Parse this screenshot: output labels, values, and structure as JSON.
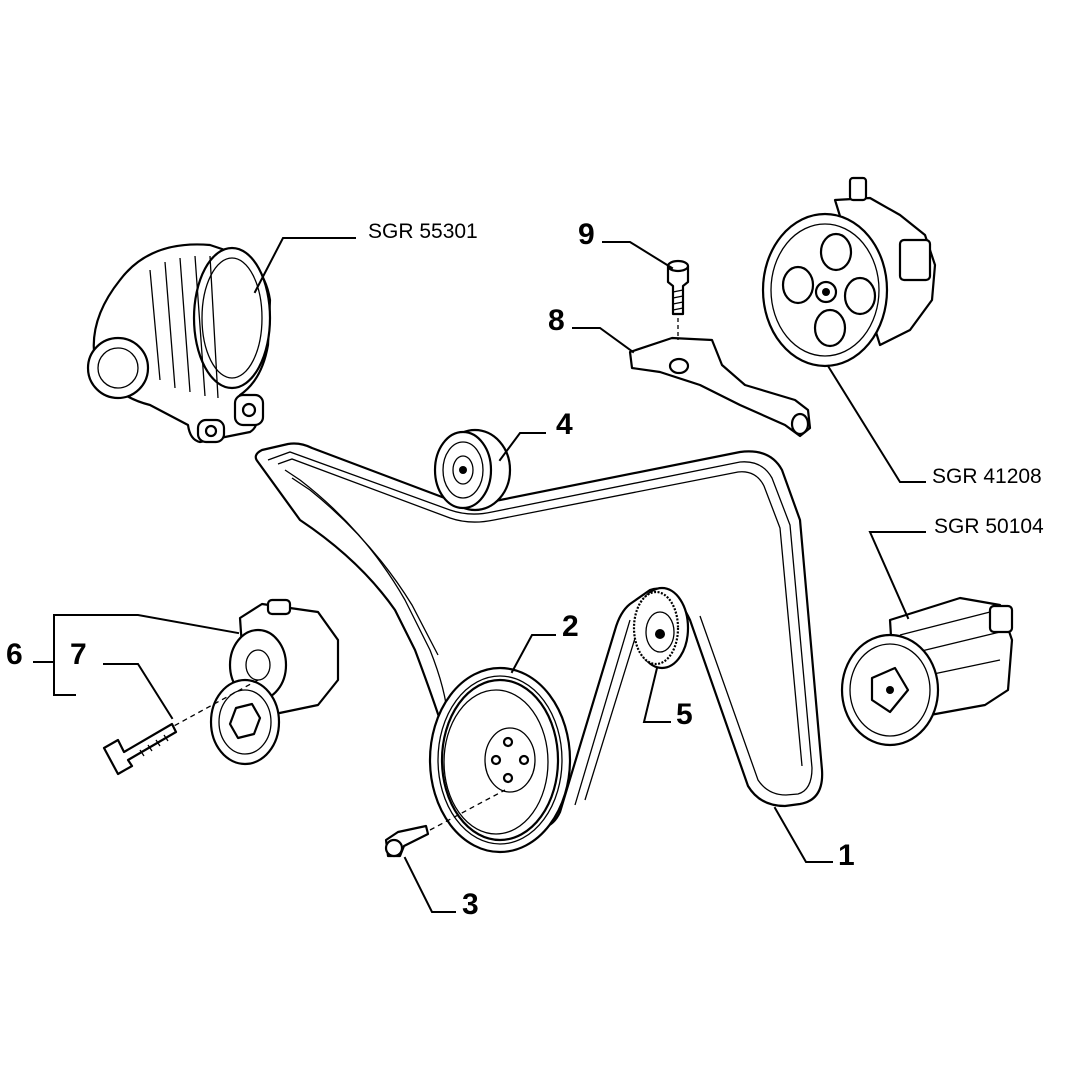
{
  "callouts": {
    "c1": "1",
    "c2": "2",
    "c3": "3",
    "c4": "4",
    "c5": "5",
    "c6": "6",
    "c7": "7",
    "c8": "8",
    "c9": "9"
  },
  "references": {
    "alternator": "SGR 55301",
    "steering_pump": "SGR 41208",
    "ac_compressor": "SGR 50104"
  }
}
